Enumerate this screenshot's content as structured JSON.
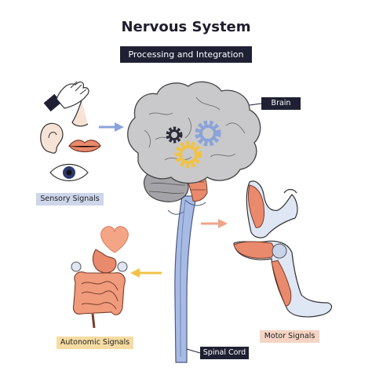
{
  "title": "Nervous System",
  "subtitle": "Processing and Integration",
  "labels": {
    "brain": "Brain",
    "sensory": "Sensory Signals",
    "autonomic": "Autonomic Signals",
    "spinal_cord": "Spinal Cord",
    "motor": "Motor Signals"
  },
  "colors": {
    "dark_label": "#1f2033",
    "sensory_label": "#cdd6ea",
    "autonomic_label": "#f6dca3",
    "motor_label": "#f5d4c3",
    "brain": "#c9c9cb",
    "spinal_cord": "#a8bbe3",
    "muscle": "#e98a6c",
    "heart": "#f4a585",
    "gear_dark": "#2b2b3a",
    "gear_blue": "#8aa3d9",
    "gear_yellow": "#f0c347"
  }
}
